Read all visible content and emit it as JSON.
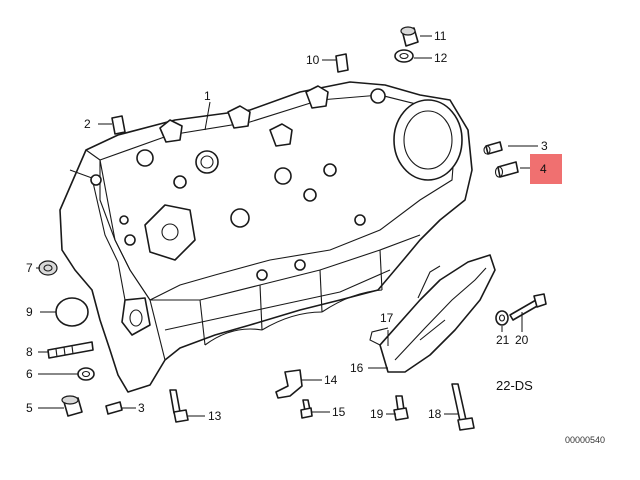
{
  "callouts": {
    "c1": "1",
    "c2": "2",
    "c3a": "3",
    "c3b": "3",
    "c4": "4",
    "c5": "5",
    "c6": "6",
    "c7": "7",
    "c8": "8",
    "c9": "9",
    "c10": "10",
    "c11": "11",
    "c12": "12",
    "c13": "13",
    "c14": "14",
    "c15": "15",
    "c16": "16",
    "c17": "17",
    "c18": "18",
    "c19": "19",
    "c20": "20",
    "c21": "21"
  },
  "highlight": {
    "part": "4",
    "color": "#f07070"
  },
  "diagram_code": "22-DS",
  "image_number": "00000540"
}
